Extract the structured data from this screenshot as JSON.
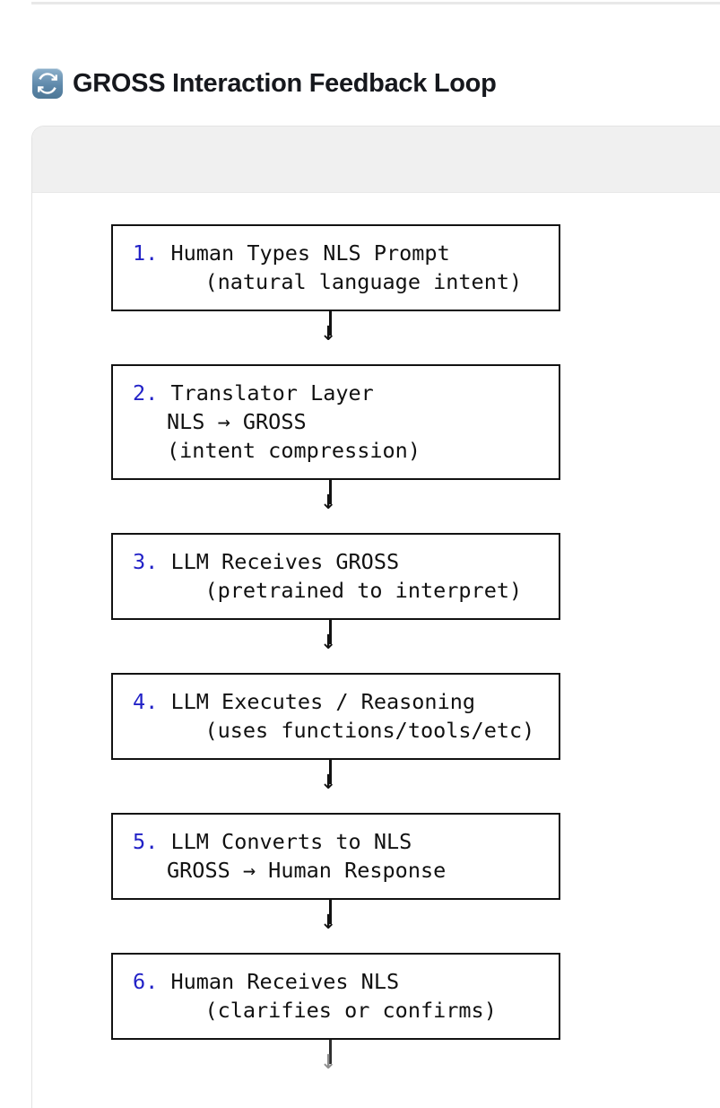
{
  "header": {
    "icon": "sync-arrows-icon",
    "title": "GROSS Interaction Feedback Loop"
  },
  "diagram": {
    "type": "flowchart-vertical",
    "arrow_glyph": "↓",
    "number_color": "#2222c7",
    "text_color": "#111111",
    "border_color": "#121212",
    "steps": [
      {
        "number": "1.",
        "lines": [
          "Human Types NLS Prompt",
          "   (natural language intent)"
        ]
      },
      {
        "number": "2.",
        "lines": [
          "Translator Layer",
          "NLS → GROSS",
          "(intent compression)"
        ]
      },
      {
        "number": "3.",
        "lines": [
          "LLM Receives GROSS",
          "   (pretrained to interpret)"
        ]
      },
      {
        "number": "4.",
        "lines": [
          "LLM Executes / Reasoning",
          "   (uses functions/tools/etc)"
        ]
      },
      {
        "number": "5.",
        "lines": [
          "LLM Converts to NLS",
          "GROSS → Human Response"
        ]
      },
      {
        "number": "6.",
        "lines": [
          "Human Receives NLS",
          "   (clarifies or confirms)"
        ]
      }
    ]
  }
}
